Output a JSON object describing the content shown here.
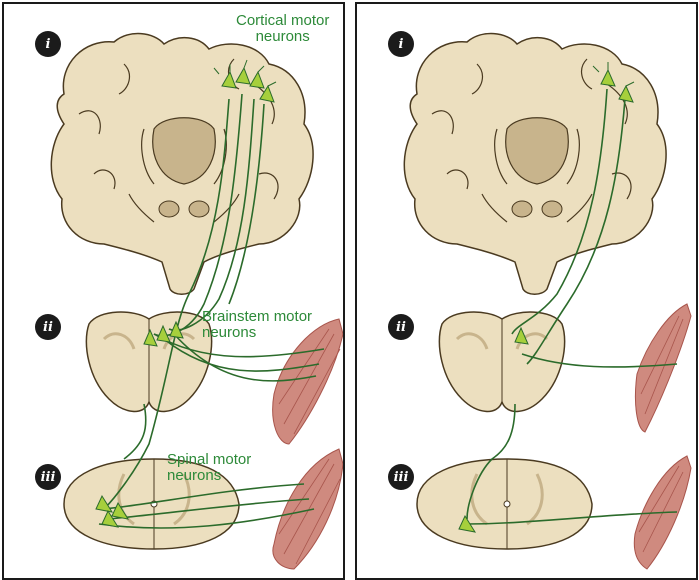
{
  "panels": [
    {
      "id": "left",
      "markers": [
        "i",
        "ii",
        "iii"
      ],
      "labels": {
        "cortical": [
          "Cortical motor",
          "neurons"
        ],
        "brainstem": [
          "Brainstem motor",
          "neurons"
        ],
        "spinal": [
          "Spinal motor",
          "neurons"
        ]
      }
    },
    {
      "id": "right",
      "markers": [
        "i",
        "ii",
        "iii"
      ]
    }
  ],
  "colors": {
    "tissue": "#ecdfbf",
    "tissue_outline": "#4a3a20",
    "gray_matter": "#c8b48c",
    "neuron_fill": "#a6cf3c",
    "axon": "#2b6b2b",
    "label": "#2d8a39",
    "muscle": "#cf8a7f",
    "muscle_stripe": "#a8554c"
  }
}
